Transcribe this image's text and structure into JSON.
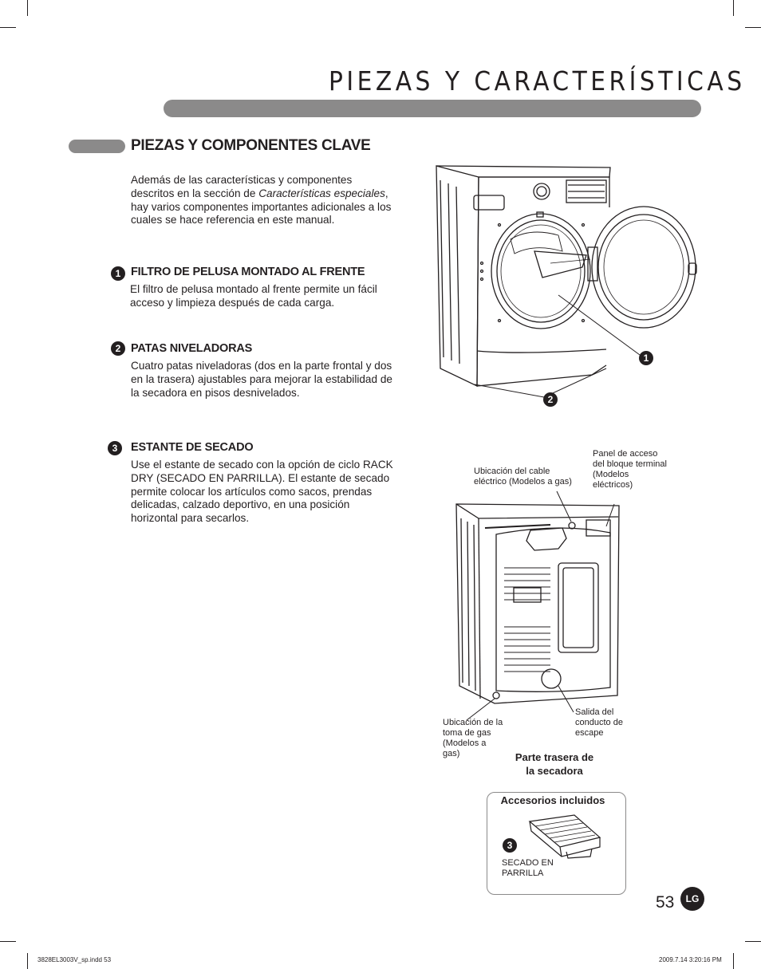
{
  "header": {
    "title": "PIEZAS Y CARACTERÍSTICAS"
  },
  "section": {
    "heading": "PIEZAS Y COMPONENTES CLAVE",
    "intro_1": "Además de las características y componentes descritos en la sección de ",
    "intro_italic": "Características especiales",
    "intro_2": ", hay varios componentes importantes adicionales a los cuales se hace referencia en este manual."
  },
  "items": [
    {
      "number": "1",
      "heading": "FILTRO DE PELUSA MONTADO AL FRENTE",
      "text": "El filtro de pelusa montado al frente permite un fácil acceso y limpieza después de cada carga."
    },
    {
      "number": "2",
      "heading": "PATAS NIVELADORAS",
      "text": "Cuatro patas niveladoras (dos en la parte frontal y dos en la trasera) ajustables para mejorar la estabilidad de la secadora en pisos desnivelados."
    },
    {
      "number": "3",
      "heading": "ESTANTE DE SECADO",
      "text": "Use el estante de secado con la opción de ciclo RACK DRY (SECADO EN PARRILLA). El estante de secado permite colocar los artículos como sacos, prendas delicadas, calzado deportivo, en una posición horizontal para secarlos."
    }
  ],
  "front_diagram": {
    "callout_1": "1",
    "callout_2": "2"
  },
  "rear_diagram": {
    "label_power_cord": "Ubicación del cable eléctrico (Modelos a gas)",
    "label_terminal_panel": "Panel de acceso del bloque terminal (Modelos eléctricos)",
    "label_gas_inlet": "Ubicación de la toma de gas (Modelos a gas)",
    "label_exhaust": "Salida del conducto de escape",
    "caption_line1": "Parte trasera de",
    "caption_line2": "la secadora"
  },
  "accessories": {
    "title": "Accesorios incluidos",
    "number": "3",
    "rack_label": "SECADO EN PARRILLA"
  },
  "page": {
    "number": "53",
    "logo_text": "LG"
  },
  "footer": {
    "file": "3828EL3003V_sp.indd   53",
    "timestamp": "2009.7.14   3:20:16 PM"
  }
}
